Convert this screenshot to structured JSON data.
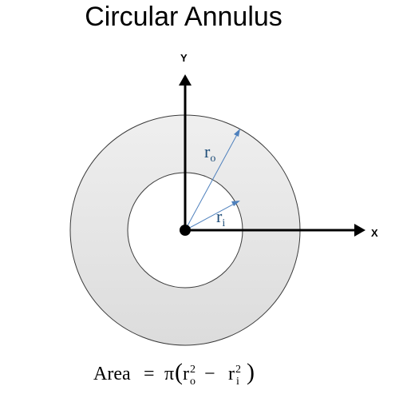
{
  "title": "Circular Annulus",
  "axes": {
    "x_label": "X",
    "y_label": "Y"
  },
  "radii": {
    "outer": "r",
    "outer_sub": "o",
    "inner": "r",
    "inner_sub": "i"
  },
  "formula": {
    "lhs": "Area",
    "eq": "=",
    "pi": "π",
    "open_paren": "(",
    "r": "r",
    "sub_o": "o",
    "sub_i": "i",
    "sup": "2",
    "minus": "−",
    "close_paren": ")"
  },
  "colors": {
    "annulus_fill": "#e6e6e6",
    "outline": "#3a3a3a",
    "radius_line": "#4f81bd",
    "radius_text": "#1f4e79",
    "axis": "#000000"
  }
}
